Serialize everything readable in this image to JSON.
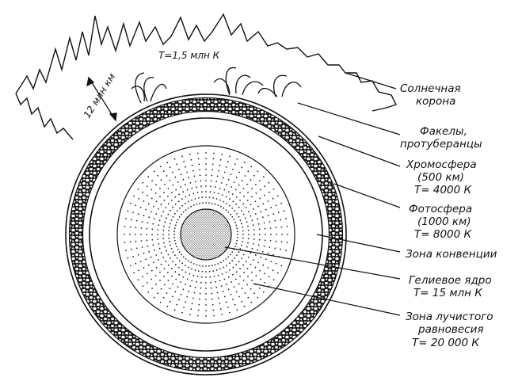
{
  "labels": {
    "corona": [
      "Солнечная",
      "корона"
    ],
    "flares": [
      "Факелы,",
      "протуберанцы"
    ],
    "chromosphere": [
      "Хромосфера",
      "(500 км)",
      "Т= 4000 К"
    ],
    "photosphere": [
      "Фотосфера",
      "(1000 км)",
      "Т= 8000 К"
    ],
    "convection": [
      "Зона конвенции"
    ],
    "core": [
      "Гелиевое ядро",
      "Т= 15 млн К"
    ],
    "radiative": [
      "Зона лучистого",
      "равновесия",
      "Т= 20 000 К"
    ],
    "corona_temp": "Т=1,5 млн К",
    "corona_depth": "12 млн км"
  },
  "colors": {
    "ink": "#111111",
    "paper": "#ffffff"
  }
}
